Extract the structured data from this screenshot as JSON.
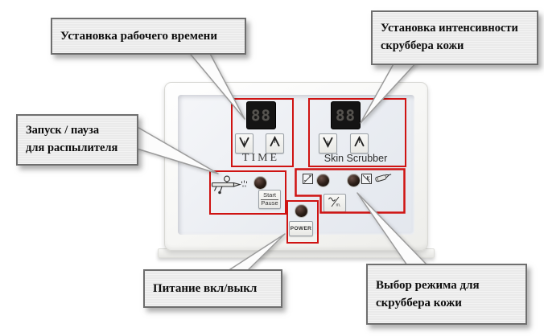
{
  "colors": {
    "highlight_red": "#cf1312",
    "callout_fill": "#eaeaea",
    "callout_border": "#6e6e6e",
    "panel_face": "#eaedf2",
    "display_bg": "#141414",
    "display_digits": "#55534f",
    "led": "#2a1d16"
  },
  "callouts": {
    "work_time": {
      "text": "Установка рабочего времени"
    },
    "intensity": {
      "lines": [
        "Установка интенсивности",
        "скруббера кожи"
      ]
    },
    "spray_start": {
      "lines": [
        "Запуск / пауза",
        "для распылителя"
      ]
    },
    "power": {
      "text": "Питание вкл/выкл"
    },
    "mode_select": {
      "lines": [
        "Выбор режима для",
        "скруббера кожи"
      ]
    }
  },
  "device": {
    "time_section": {
      "display": "88",
      "label": "TIME"
    },
    "scrubber_section": {
      "display": "88",
      "label": "Skin Scrubber"
    },
    "sprayer_section": {
      "start_label": "Start",
      "pause_label": "Pause"
    },
    "power_section": {
      "button_label": "POWER"
    }
  },
  "icons": {
    "sprayer": "airbrush",
    "scrub_mode_a": "spatula-square",
    "scrub_mode_b": "spatula-square-alt",
    "probe": "pen-probe",
    "mode_toggle": "wave-slash-mode",
    "led": "round-indicator",
    "down_arrow": "▼",
    "up_arrow": "▲"
  }
}
